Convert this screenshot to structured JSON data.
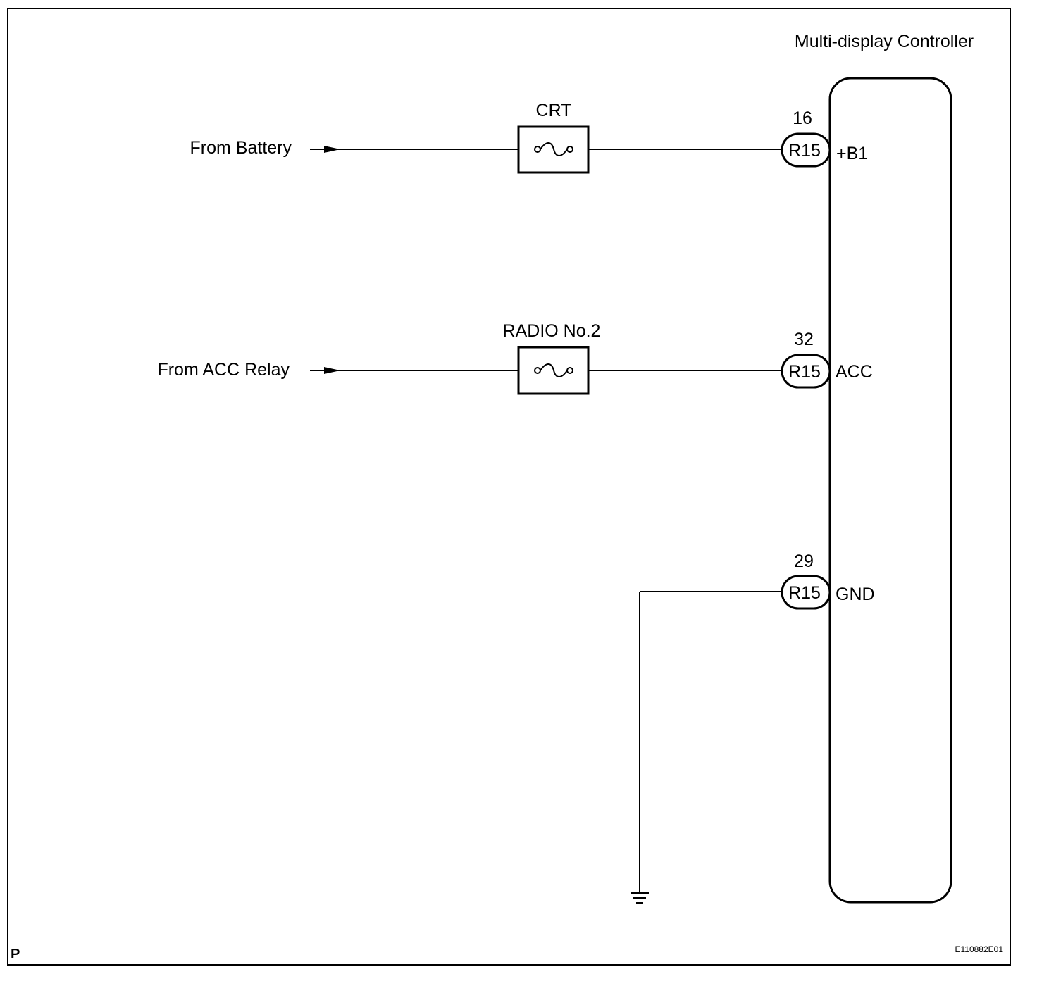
{
  "controller": {
    "title": "Multi-display Controller"
  },
  "sources": [
    {
      "label": "From Battery"
    },
    {
      "label": "From ACC Relay"
    }
  ],
  "fuses": [
    {
      "label": "CRT"
    },
    {
      "label": "RADIO No.2"
    }
  ],
  "pins": [
    {
      "number": "16",
      "connector": "R15",
      "terminal": "+B1"
    },
    {
      "number": "32",
      "connector": "R15",
      "terminal": "ACC"
    },
    {
      "number": "29",
      "connector": "R15",
      "terminal": "GND"
    }
  ],
  "footer": {
    "corner_mark": "P",
    "figure_id": "E110882E01"
  }
}
